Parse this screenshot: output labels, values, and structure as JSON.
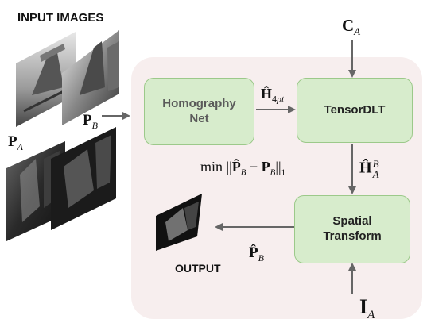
{
  "labels": {
    "input_images": "INPUT IMAGES",
    "output": "OUTPUT",
    "patch_a": "P_A",
    "patch_b": "P_B",
    "corners_a": "C_A",
    "image_a": "I_A"
  },
  "boxes": {
    "homography_net": "Homography Net",
    "tensor_dlt": "TensorDLT",
    "spatial_transform": "Spatial Transform"
  },
  "math": {
    "h4pt": "Ĥ4pt",
    "ha_b": "ĤA^B",
    "loss": "min ||P̂B − PB||1",
    "pb_hat": "P̂B"
  },
  "colors": {
    "box_fill": "#d7eccc",
    "box_border": "#9cc98a",
    "panel_fill": "#f7eeee",
    "arrow": "#666666"
  }
}
